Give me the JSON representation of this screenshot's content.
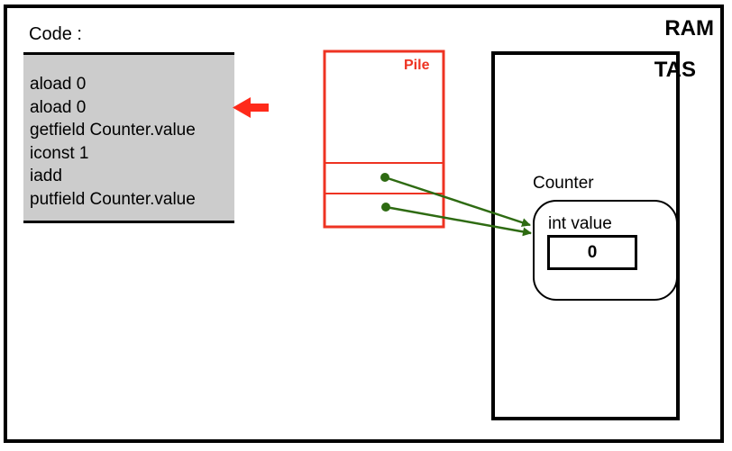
{
  "ram": {
    "label": "RAM"
  },
  "code": {
    "label": "Code :",
    "lines": [
      "aload 0",
      "aload 0",
      "getfield Counter.value",
      "iconst 1",
      "iadd",
      "putfield Counter.value"
    ],
    "current_line_index": 1
  },
  "stack": {
    "label": "Pile",
    "color": "#ee3322"
  },
  "heap": {
    "label": "TAS",
    "object": {
      "class_name": "Counter",
      "field_label": "int value",
      "field_value": "0"
    }
  },
  "colors": {
    "pointer_arrow": "#ff2a1a",
    "reference": "#2e6b12",
    "code_background": "#cccccc"
  }
}
